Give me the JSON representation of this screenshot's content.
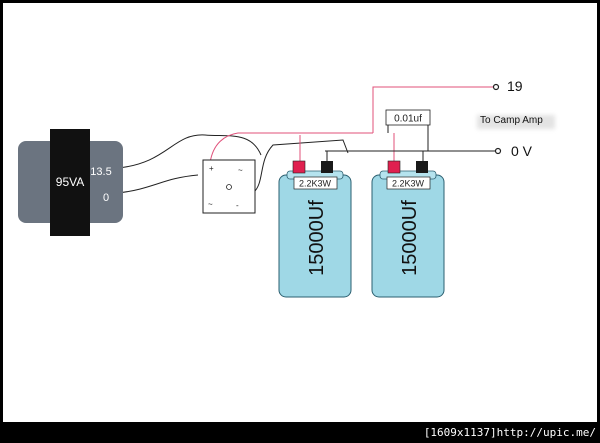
{
  "transformer": {
    "rating": "95VA",
    "tap_high": "13.5",
    "tap_low": "0"
  },
  "bridge": {
    "plus": "+",
    "minus": "-",
    "ac1": "~",
    "ac2": "~"
  },
  "capacitors": [
    {
      "value": "15000Uf",
      "resistor": "2.2K3W"
    },
    {
      "value": "15000Uf",
      "resistor": "2.2K3W"
    }
  ],
  "small_cap": "0.01uf",
  "outputs": {
    "positive": "19",
    "ground": "0 V",
    "destination": "To  Camp Amp"
  },
  "watermark": "[1609x1137]http://upic.me/",
  "colors": {
    "transformer_body": "#6b7480",
    "transformer_core": "#111111",
    "capacitor_fill": "#9fd8e6",
    "capacitor_stroke": "#2b5f70",
    "terminal_red": "#e0204f",
    "wire_red": "#e0507a",
    "wire_black": "#222222"
  }
}
